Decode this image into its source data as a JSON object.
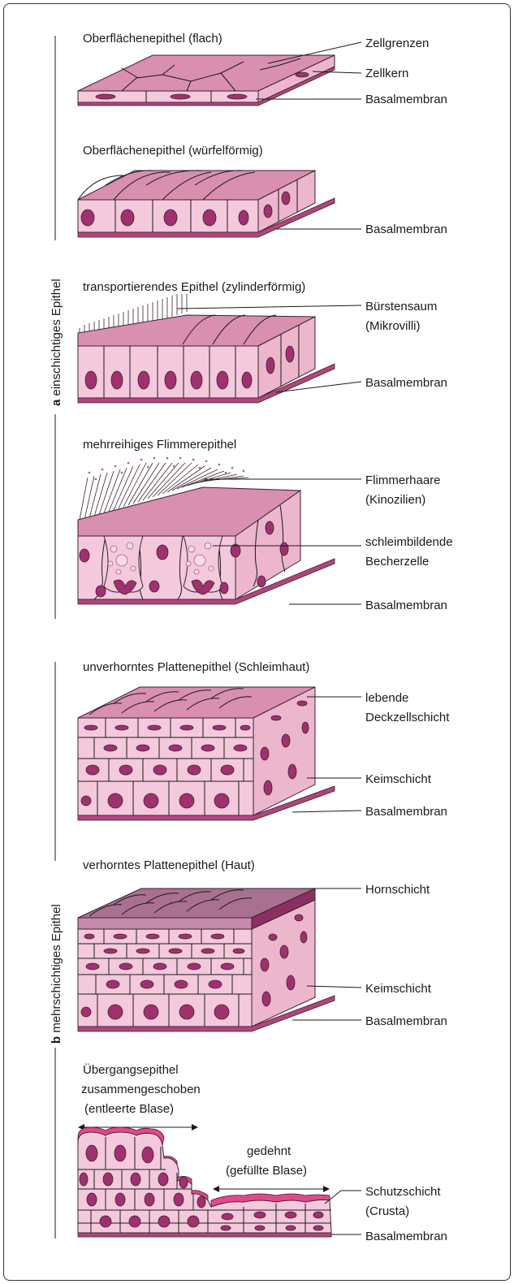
{
  "sections": {
    "a": {
      "letter": "a",
      "label": " einschichtiges Epithel"
    },
    "b": {
      "letter": "b",
      "label": " mehrschichtiges Epithel"
    }
  },
  "panels": [
    {
      "title": "Oberflächenepithel (flach)",
      "labels": [
        "Zellgrenzen",
        "Zellkern",
        "Basalmembran"
      ]
    },
    {
      "title": "Oberflächenepithel (würfelförmig)",
      "labels": [
        "Basalmembran"
      ]
    },
    {
      "title": "transportierendes Epithel (zylinderförmig)",
      "labels": [
        "Bürstensaum",
        "(Mikrovilli)",
        "Basalmembran"
      ]
    },
    {
      "title": "mehrreihiges Flimmerepithel",
      "labels": [
        "Flimmerhaare",
        "(Kinozilien)",
        "schleimbildende",
        "Becherzelle",
        "Basalmembran"
      ]
    },
    {
      "title": "unverhorntes Plattenepithel (Schleimhaut)",
      "labels": [
        "lebende",
        "Deckzellschicht",
        "Keimschicht",
        "Basalmembran"
      ]
    },
    {
      "title": "verhorntes Plattenepithel (Haut)",
      "labels": [
        "Hornschicht",
        "Keimschicht",
        "Basalmembran"
      ]
    },
    {
      "title": "Übergangsepithel",
      "labels": [
        "zusammengeschoben",
        "(entleerte Blase)",
        "gedehnt",
        "(gefüllte Blase)",
        "Schutzschicht",
        "(Crusta)",
        "Basalmembran"
      ]
    }
  ],
  "colors": {
    "cell": "#f4c9dc",
    "cell_top": "#d98fb0",
    "nucleus": "#a0316e",
    "basal_membrane": "#b0457c",
    "horn": "#a97092",
    "crusta": "#e3478c"
  }
}
